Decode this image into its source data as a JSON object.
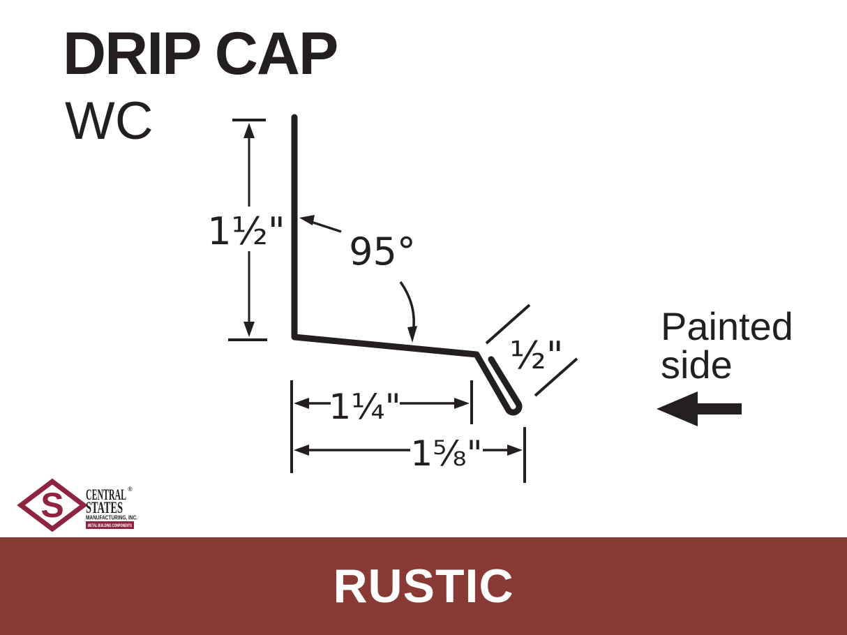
{
  "header": {
    "title": "DRIP CAP",
    "code": "WC"
  },
  "diagram": {
    "vertical_dim": "1½\"",
    "angle": "95°",
    "hem_dim": "½\"",
    "leg_dim": "1¼\"",
    "overall_dim": "1⅝\"",
    "painted_side_line1": "Painted",
    "painted_side_line2": "side",
    "painted_side_arrow_icon": "arrow-left"
  },
  "logo": {
    "monogram": "S",
    "name_line1": "CENTRAL",
    "registered_mark": "®",
    "name_line2": "STATES",
    "subtitle": "MANUFACTURING, INC.",
    "tagline": "METAL BUILDING COMPONENTS",
    "color": "#8e2440"
  },
  "banner": {
    "label": "RUSTIC",
    "background": "#8a3a34",
    "text_color": "#ffffff"
  },
  "colors": {
    "ink": "#231f20",
    "background": "#ffffff"
  }
}
